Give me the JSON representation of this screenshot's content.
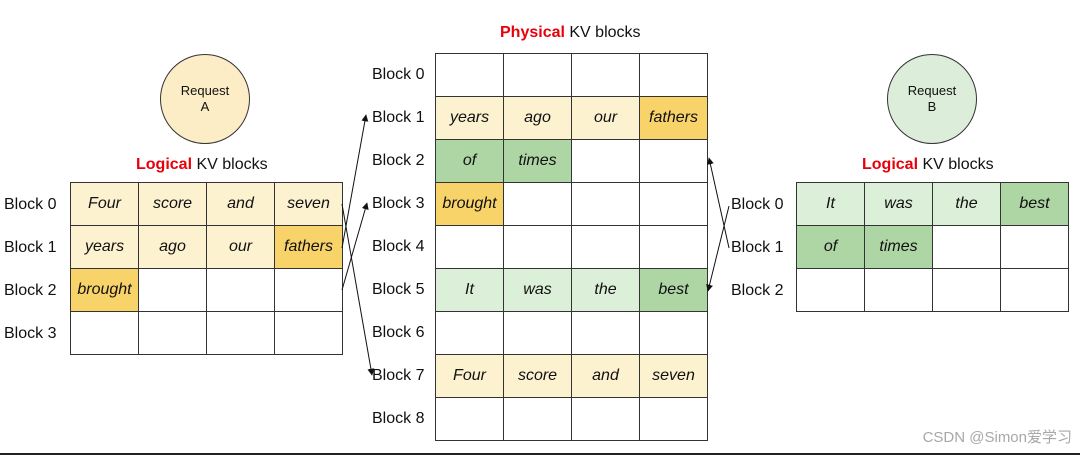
{
  "physical": {
    "title_bold": "Physical",
    "title_rest": " KV blocks",
    "block_labels": [
      "Block 0",
      "Block 1",
      "Block 2",
      "Block 3",
      "Block 4",
      "Block 5",
      "Block 6",
      "Block 7",
      "Block 8"
    ],
    "rows": [
      [
        {
          "t": "",
          "c": ""
        },
        {
          "t": "",
          "c": ""
        },
        {
          "t": "",
          "c": ""
        },
        {
          "t": "",
          "c": ""
        }
      ],
      [
        {
          "t": "years",
          "c": "y1"
        },
        {
          "t": "ago",
          "c": "y1"
        },
        {
          "t": "our",
          "c": "y1"
        },
        {
          "t": "fathers",
          "c": "y2"
        }
      ],
      [
        {
          "t": "of",
          "c": "g2"
        },
        {
          "t": "times",
          "c": "g2"
        },
        {
          "t": "",
          "c": ""
        },
        {
          "t": "",
          "c": ""
        }
      ],
      [
        {
          "t": "brought",
          "c": "y2"
        },
        {
          "t": "",
          "c": ""
        },
        {
          "t": "",
          "c": ""
        },
        {
          "t": "",
          "c": ""
        }
      ],
      [
        {
          "t": "",
          "c": ""
        },
        {
          "t": "",
          "c": ""
        },
        {
          "t": "",
          "c": ""
        },
        {
          "t": "",
          "c": ""
        }
      ],
      [
        {
          "t": "It",
          "c": "g1"
        },
        {
          "t": "was",
          "c": "g1"
        },
        {
          "t": "the",
          "c": "g1"
        },
        {
          "t": "best",
          "c": "g2"
        }
      ],
      [
        {
          "t": "",
          "c": ""
        },
        {
          "t": "",
          "c": ""
        },
        {
          "t": "",
          "c": ""
        },
        {
          "t": "",
          "c": ""
        }
      ],
      [
        {
          "t": "Four",
          "c": "y1"
        },
        {
          "t": "score",
          "c": "y1"
        },
        {
          "t": "and",
          "c": "y1"
        },
        {
          "t": "seven",
          "c": "y1"
        }
      ],
      [
        {
          "t": "",
          "c": ""
        },
        {
          "t": "",
          "c": ""
        },
        {
          "t": "",
          "c": ""
        },
        {
          "t": "",
          "c": ""
        }
      ]
    ]
  },
  "request_a": {
    "circle_line1": "Request",
    "circle_line2": "A",
    "title_bold": "Logical",
    "title_rest": " KV blocks",
    "block_labels": [
      "Block 0",
      "Block 1",
      "Block 2",
      "Block 3"
    ],
    "rows": [
      [
        {
          "t": "Four",
          "c": "y1"
        },
        {
          "t": "score",
          "c": "y1"
        },
        {
          "t": "and",
          "c": "y1"
        },
        {
          "t": "seven",
          "c": "y1"
        }
      ],
      [
        {
          "t": "years",
          "c": "y1"
        },
        {
          "t": "ago",
          "c": "y1"
        },
        {
          "t": "our",
          "c": "y1"
        },
        {
          "t": "fathers",
          "c": "y2"
        }
      ],
      [
        {
          "t": "brought",
          "c": "y2"
        },
        {
          "t": "",
          "c": ""
        },
        {
          "t": "",
          "c": ""
        },
        {
          "t": "",
          "c": ""
        }
      ],
      [
        {
          "t": "",
          "c": ""
        },
        {
          "t": "",
          "c": ""
        },
        {
          "t": "",
          "c": ""
        },
        {
          "t": "",
          "c": ""
        }
      ]
    ]
  },
  "request_b": {
    "circle_line1": "Request",
    "circle_line2": "B",
    "title_bold": "Logical",
    "title_rest": " KV blocks",
    "block_labels": [
      "Block 0",
      "Block 1",
      "Block 2"
    ],
    "rows": [
      [
        {
          "t": "It",
          "c": "g1"
        },
        {
          "t": "was",
          "c": "g1"
        },
        {
          "t": "the",
          "c": "g1"
        },
        {
          "t": "best",
          "c": "g2"
        }
      ],
      [
        {
          "t": "of",
          "c": "g2"
        },
        {
          "t": "times",
          "c": "g2"
        },
        {
          "t": "",
          "c": ""
        },
        {
          "t": "",
          "c": ""
        }
      ],
      [
        {
          "t": "",
          "c": ""
        },
        {
          "t": "",
          "c": ""
        },
        {
          "t": "",
          "c": ""
        },
        {
          "t": "",
          "c": ""
        }
      ]
    ]
  },
  "watermark": "CSDN @Simon爱学习",
  "colors": {
    "accent_red": "#e8000b",
    "yellow_light": "#fdf2d0",
    "yellow_dark": "#f8d36a",
    "green_light": "#dcefd8",
    "green_dark": "#aed6a4"
  }
}
